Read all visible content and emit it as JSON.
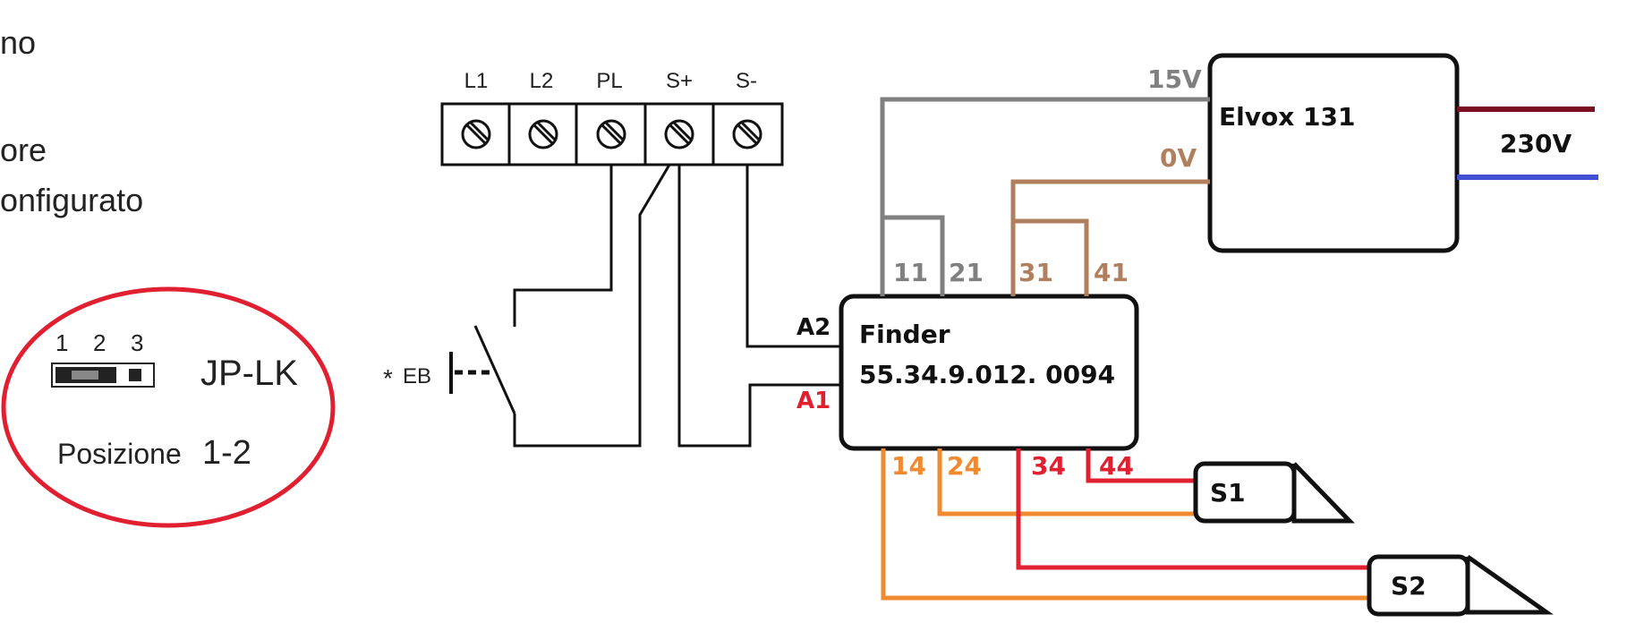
{
  "left_text": {
    "line1": "no",
    "line2": "ore",
    "line3": "onfigurato"
  },
  "jumper": {
    "pin_labels": [
      "1",
      "2",
      "3"
    ],
    "name": "JP-LK",
    "position_label": "Posizione",
    "position_value": "1-2",
    "highlight_color": "#e02030"
  },
  "terminal_block": {
    "labels": [
      "L1",
      "L2",
      "PL",
      "S+",
      "S-"
    ]
  },
  "button_label": "EB",
  "button_marker": "*",
  "relay": {
    "name": "Finder",
    "model": "55.34.9.012. 0094",
    "coil_labels": {
      "a2": "A2",
      "a1": "A1"
    },
    "top_pins": [
      "11",
      "21",
      "31",
      "41"
    ],
    "bottom_pins": [
      "14",
      "24",
      "34",
      "44"
    ]
  },
  "power_supply": {
    "name": "Elvox  131",
    "out_high": "15V",
    "out_low": "0V",
    "mains": "230V"
  },
  "sensors": [
    "S1",
    "S2"
  ],
  "colors": {
    "gray": "#808080",
    "brown": "#b0805e",
    "orange": "#f08a30",
    "red": "#e02030",
    "dark_red": "#7a1020",
    "blue": "#4050d0"
  }
}
